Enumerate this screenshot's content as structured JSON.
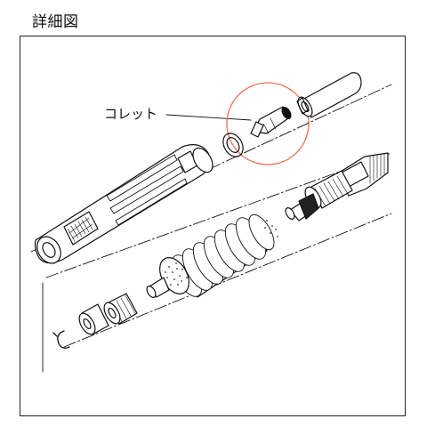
{
  "header": {
    "title": "詳細図"
  },
  "callout": {
    "label": "コレット",
    "highlight_color": "#e8715a"
  },
  "parts": [
    "outer-sleeve",
    "collet",
    "o-ring",
    "upper-right-sleeve",
    "threaded-fitting",
    "knurled-nut",
    "cone-tip",
    "bellows-body",
    "knurled-cap",
    "small-cylinder",
    "retaining-clip"
  ]
}
